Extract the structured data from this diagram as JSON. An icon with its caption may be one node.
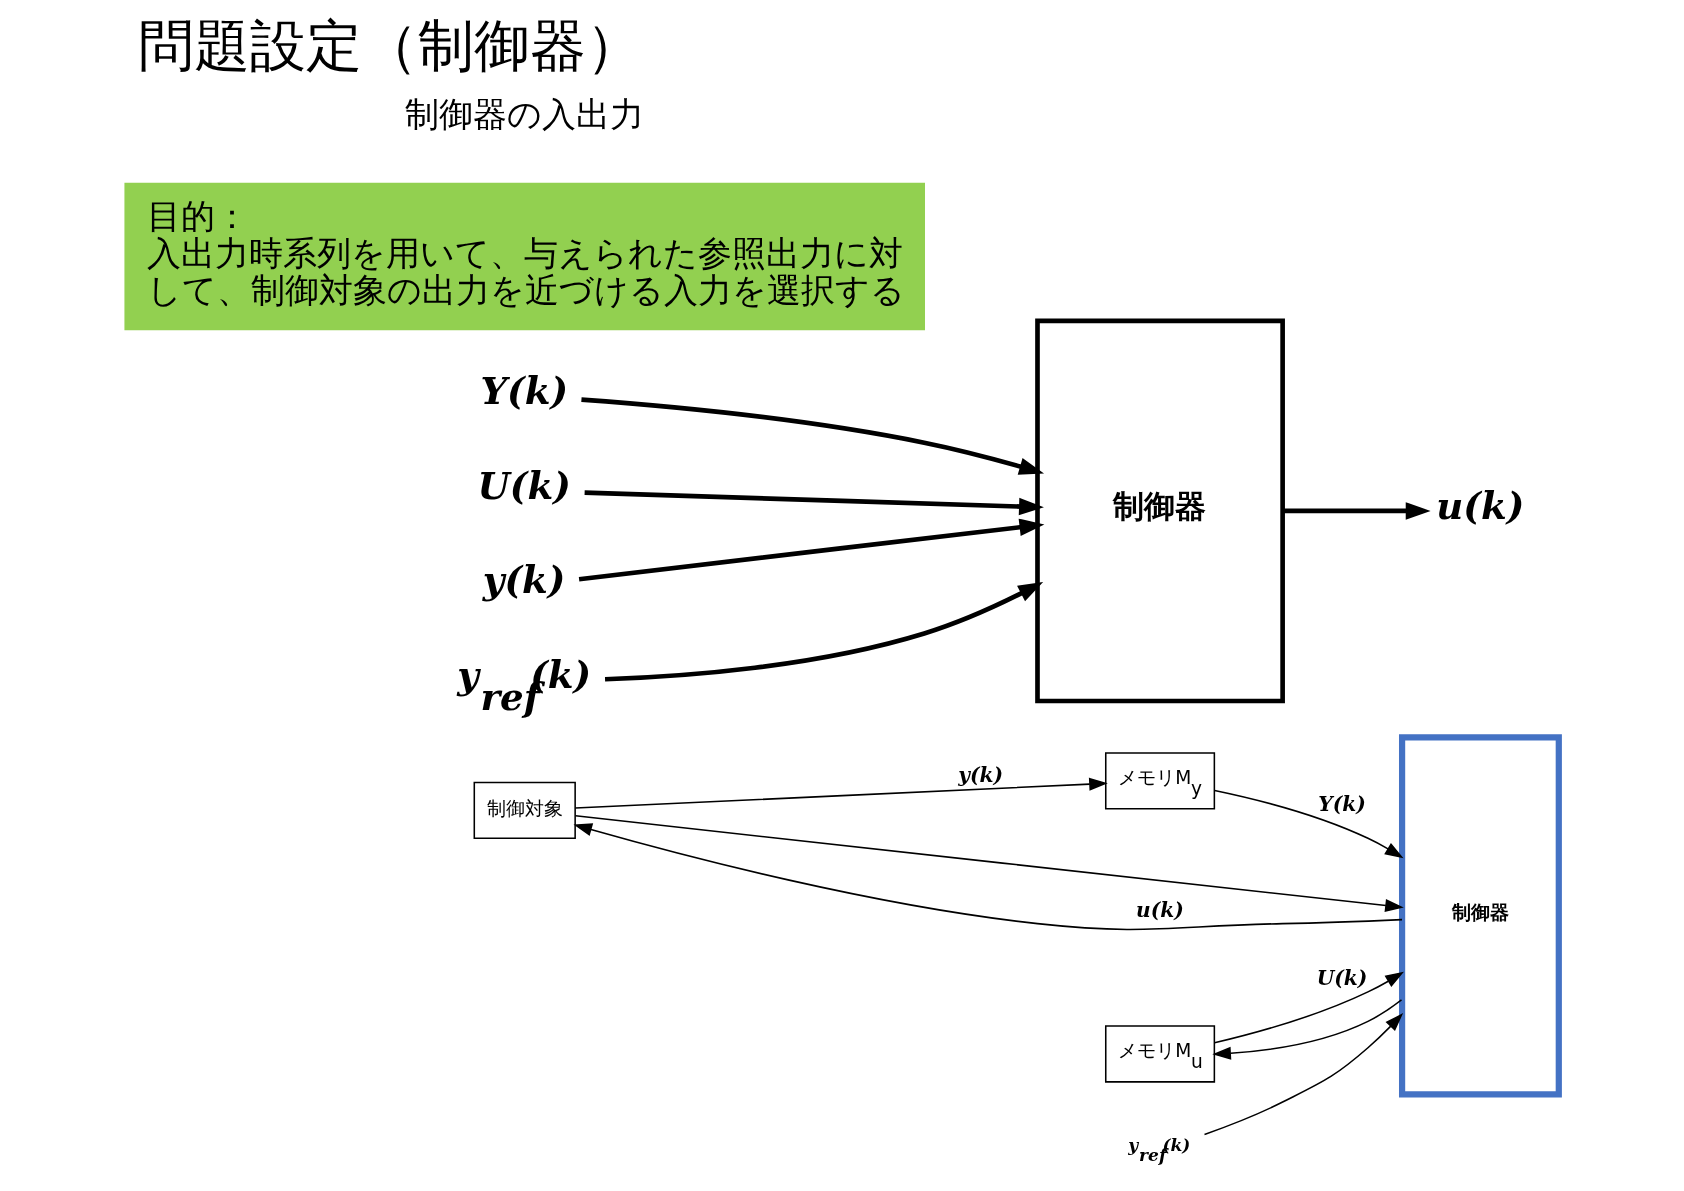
{
  "diagram": {
    "title": "問題設定（制御器）",
    "nodes": [
      {
        "text": [
          "制御対象"
        ]
      },
      {
        "text": [
          "メモリM$_{y}$"
        ]
      },
      {
        "text": [
          "メモリM$_{u}$"
        ]
      },
      {
        "text": [
          "制御器"
        ]
      },
      {
        "text": [
          "y$_{ref}$(k)"
        ]
      },
      {
        "text": [
          "制御器"
        ]
      },
      {
        "text": [
          "Y(k)"
        ]
      },
      {
        "text": [
          "U(k)"
        ]
      },
      {
        "text": [
          "y(k)"
        ]
      },
      {
        "text": [
          "y$_{ref}$(k)"
        ]
      },
      {
        "text": [
          "u(k)"
        ]
      },
      {
        "text": [
          "目的：",
          "入出力時系列を用いて、与えられた参照出力に対して、制御対象の出力を近づける入力を選択する"
        ]
      }
    ],
    "edges": [
      {
        "from": 0,
        "to": 1,
        "arrow": "to",
        "label": "y(k)"
      },
      {
        "from": 0,
        "to": 3,
        "arrow": "to"
      },
      {
        "from": 1,
        "to": 3,
        "arrow": "to",
        "label": "Y(k)"
      },
      {
        "from": 2,
        "to": 3,
        "arrow": "to",
        "label": "U(k)"
      },
      {
        "from": 4,
        "to": 3,
        "arrow": "to"
      },
      {
        "from": 3,
        "to": 0,
        "arrow": "to",
        "label": "u(k)"
      },
      {
        "from": 3,
        "to": 2,
        "arrow": "to"
      },
      {
        "from": 6,
        "to": 5,
        "arrow": "to",
        "style": "thick"
      },
      {
        "from": 7,
        "to": 5,
        "arrow": "to",
        "style": "thick"
      },
      {
        "from": 8,
        "to": 5,
        "arrow": "to",
        "style": "thick"
      },
      {
        "from": 9,
        "to": 5,
        "arrow": "to",
        "style": "thick"
      },
      {
        "from": 5,
        "to": 10,
        "arrow": "to",
        "style": "thick"
      }
    ],
    "labels": [
      "制御器の入出力"
    ]
  }
}
